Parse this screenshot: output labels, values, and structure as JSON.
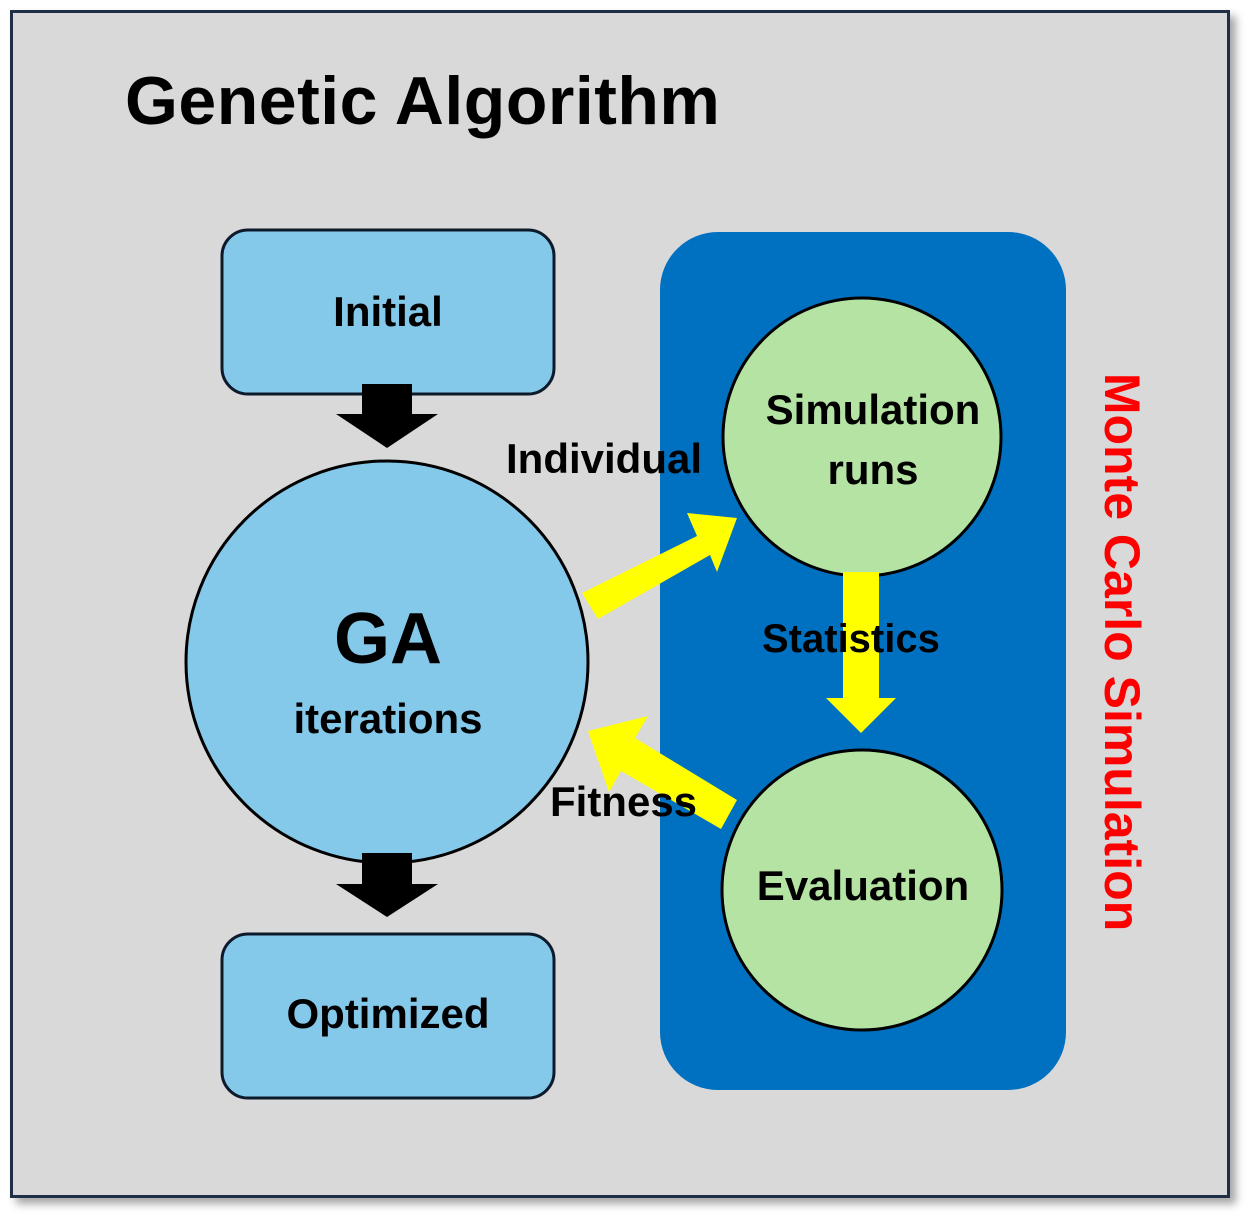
{
  "title": "Genetic Algorithm",
  "nodes": {
    "initial": "Initial",
    "optimized": "Optimized",
    "ga_main": "GA",
    "ga_sub": "iterations",
    "simulation_line1": "Simulation",
    "simulation_line2": "runs",
    "evaluation": "Evaluation"
  },
  "edges": {
    "individual": "Individual",
    "statistics": "Statistics",
    "fitness": "Fitness"
  },
  "group_label": "Monte Carlo Simulation",
  "colors": {
    "background": "#d9d9d9",
    "frame_border": "#1f3046",
    "light_blue": "#85c9ea",
    "dark_blue": "#0070c0",
    "light_green": "#b5e3a3",
    "yellow_arrow": "#ffff00",
    "black_arrow": "#000000",
    "group_label": "#ff0000"
  }
}
